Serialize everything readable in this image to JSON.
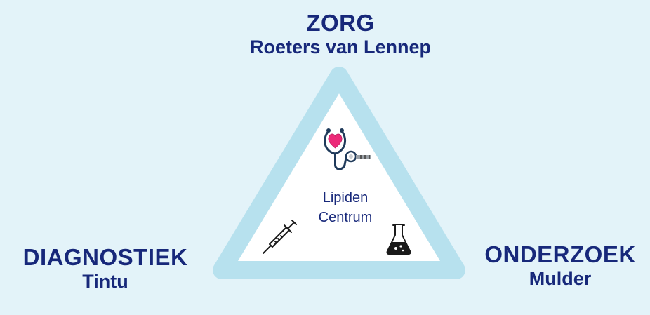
{
  "top": {
    "title": "ZORG",
    "subtitle": "Roeters van Lennep"
  },
  "left": {
    "title": "DIAGNOSTIEK",
    "subtitle": "Tintu"
  },
  "right": {
    "title": "ONDERZOEK",
    "subtitle": "Mulder"
  },
  "center": {
    "line1": "Lipiden",
    "line2": "Centrum"
  },
  "icons": {
    "top": "stethoscope-heart-icon",
    "left": "syringe-icon",
    "right": "flask-icon"
  },
  "colors": {
    "background": "#e3f3f9",
    "triangle_border": "#b7e1ee",
    "text": "#17287a",
    "heart": "#ec2a78"
  }
}
